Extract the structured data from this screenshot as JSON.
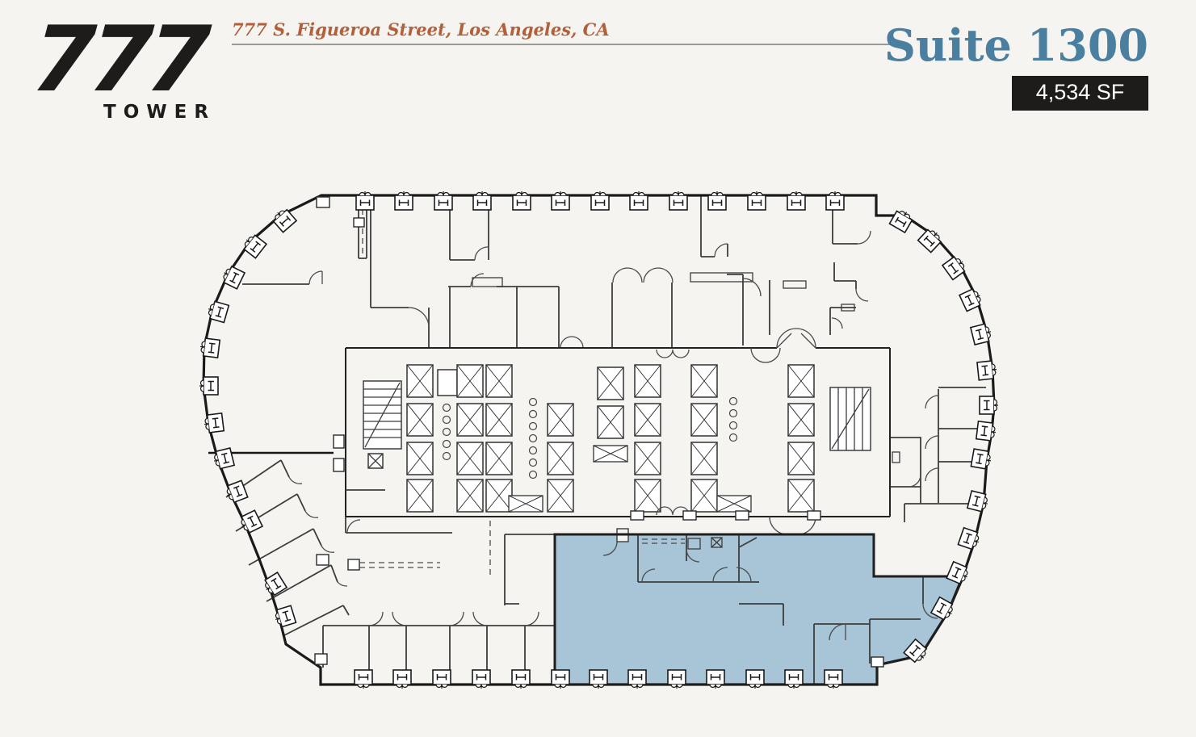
{
  "header": {
    "logo": {
      "number": "777",
      "word": "TOWER"
    },
    "address": "777 S. Figueroa Street, Los Angeles, CA",
    "suite": {
      "title": "Suite 1300",
      "area": "4,534 SF"
    }
  },
  "plan": {
    "highlighted_suite": "Suite 1300"
  },
  "colors": {
    "bg": "#f5f4f1",
    "ink": "#1d1c1a",
    "rust": "#b0603a",
    "accent": "#4a7fa0",
    "hl": "#a7c5d6",
    "wall": "#1a1a1a",
    "thin": "#3d3d3d",
    "rule": "#9a9a98",
    "white": "#ffffff"
  }
}
